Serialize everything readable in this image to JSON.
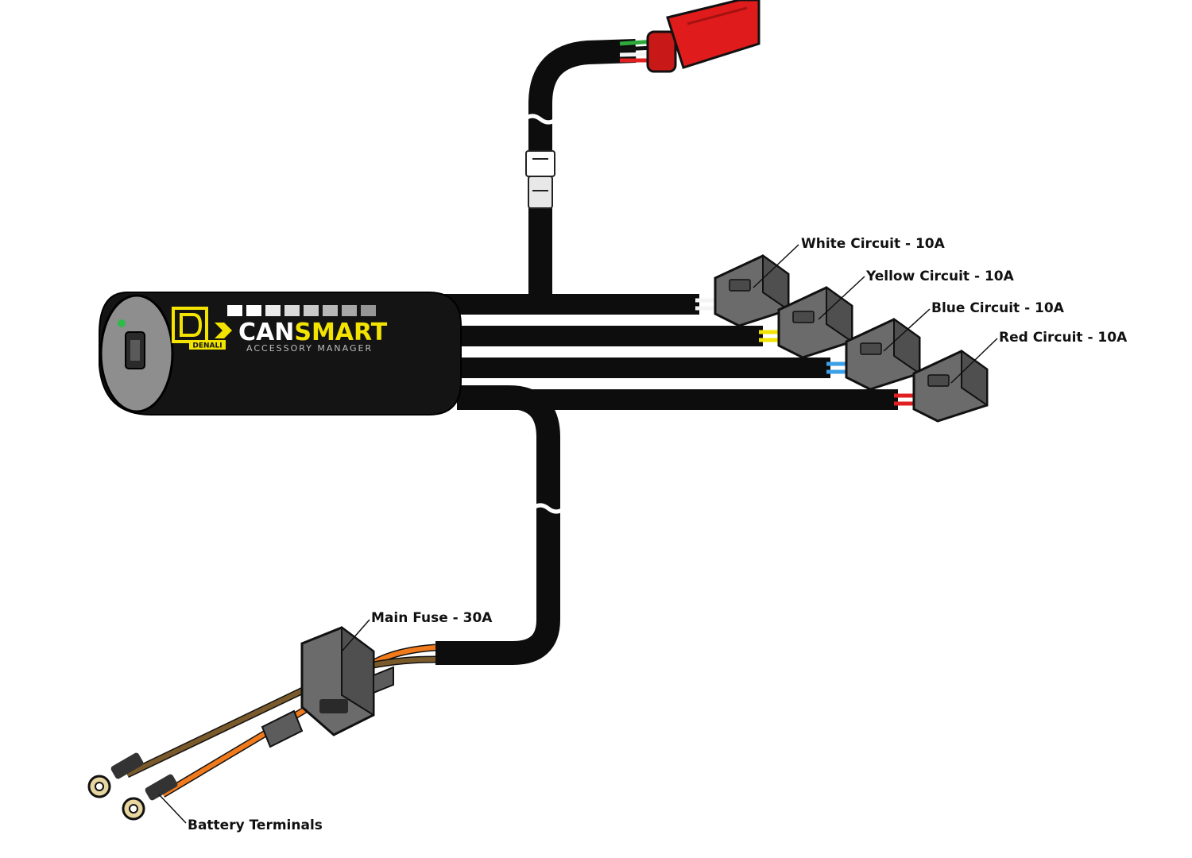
{
  "device": {
    "logo_text": "DENALI",
    "brand_can": "CAN",
    "brand_smart": "SMART",
    "subtitle": "ACCESSORY MANAGER"
  },
  "labels": {
    "white_circuit": "White Circuit - 10A",
    "yellow_circuit": "Yellow Circuit - 10A",
    "blue_circuit": "Blue Circuit - 10A",
    "red_circuit": "Red Circuit - 10A",
    "main_fuse": "Main Fuse - 30A",
    "battery_terminals": "Battery Terminals"
  },
  "colors": {
    "cable": "#0d0d0d",
    "device_body": "#141414",
    "end_cap": "#8e8e8e",
    "brand_yellow": "#f2e300",
    "connector_gray": "#6b6b6b",
    "can_connector_red": "#e01b1b",
    "wire_white": "#f4f4f4",
    "wire_yellow": "#f2e300",
    "wire_blue": "#3da0e6",
    "wire_red": "#e02020",
    "wire_green": "#2eaa3c",
    "wire_orange": "#f07a1c",
    "wire_brown": "#7a5a2a",
    "status_led": "#2dbb4a"
  }
}
